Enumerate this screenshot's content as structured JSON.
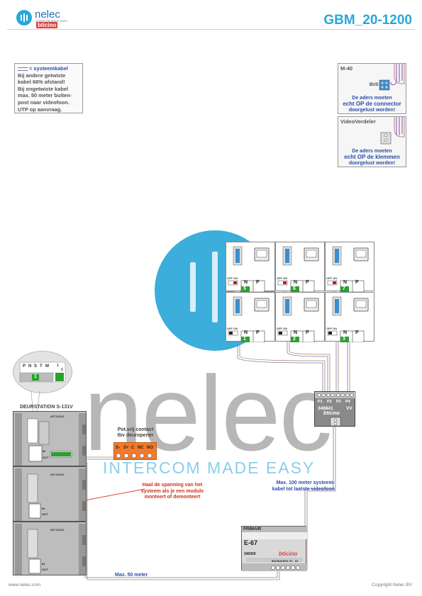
{
  "brand": {
    "name": "nelec",
    "tagline": "INTERCOM MADE EASY",
    "partner": "bticino",
    "watermark": "nelec",
    "watermark_tagline": "INTERCOM MADE EASY"
  },
  "page_title": "GBM_20-1200",
  "legend": {
    "key": "= systeemkabel",
    "lines": [
      "Bij andere getwiste",
      "kabel 66% afstand!",
      "Bij ongetwiste kabel",
      "max. 50 meter buiten-",
      "post naar videofoon.",
      "UTP op aanvraag."
    ]
  },
  "m40_box": {
    "label": "M-40",
    "bus": "BUS",
    "note": [
      "De aders moeten",
      "echt OP de connector",
      "doorgelust worden!"
    ]
  },
  "videoverdeler_box": {
    "label": "VideoVerdeler",
    "note": [
      "De aders moeten",
      "echt OP de klemmen",
      "doorgelust worden!"
    ]
  },
  "monitors": [
    {
      "number": "5"
    },
    {
      "number": "6"
    },
    {
      "number": "7"
    },
    {
      "number": "1"
    },
    {
      "number": "2"
    },
    {
      "number": "3"
    }
  ],
  "monitor_labels": {
    "n": "N",
    "p": "P",
    "off_on": "OFF ON"
  },
  "dip_switch": {
    "labels": [
      "P",
      "N",
      "S",
      "T",
      "M",
      "1",
      "2"
    ],
    "value": "1"
  },
  "door_station": {
    "title": "DEURSTATION S-131V",
    "in": "IN",
    "out": "OUT",
    "module_codes": [
      "ART.332102",
      "ART.332202",
      "ART.332202"
    ]
  },
  "relay_box": {
    "caption": [
      "Pot.vrij contact",
      "tbv deuropener"
    ],
    "terminals": [
      "S-",
      "S+",
      "C",
      "NC",
      "NO"
    ]
  },
  "warning_note": [
    "Haal de spanning van het",
    "systeem als je een module",
    "monteert of demonteert"
  ],
  "distributor": {
    "ports": [
      "P1",
      "P2",
      "P3",
      "P4"
    ],
    "code": "346841",
    "vv": "VV",
    "brand": "bticino"
  },
  "psu": {
    "tag": "PRIMAIR",
    "name": "E-67",
    "code": "346050",
    "brand": "bticino",
    "terminals": [
      "BUS",
      "BUS",
      "BCS",
      "S1",
      "S2"
    ]
  },
  "note_100m": [
    "Max. 100 meter systeem-",
    "kabel tot laatste videofoon"
  ],
  "note_50m": "Max. 50 meter",
  "footer": {
    "website": "www.nelec.com",
    "copyright": "Copyright Nelec BV"
  }
}
